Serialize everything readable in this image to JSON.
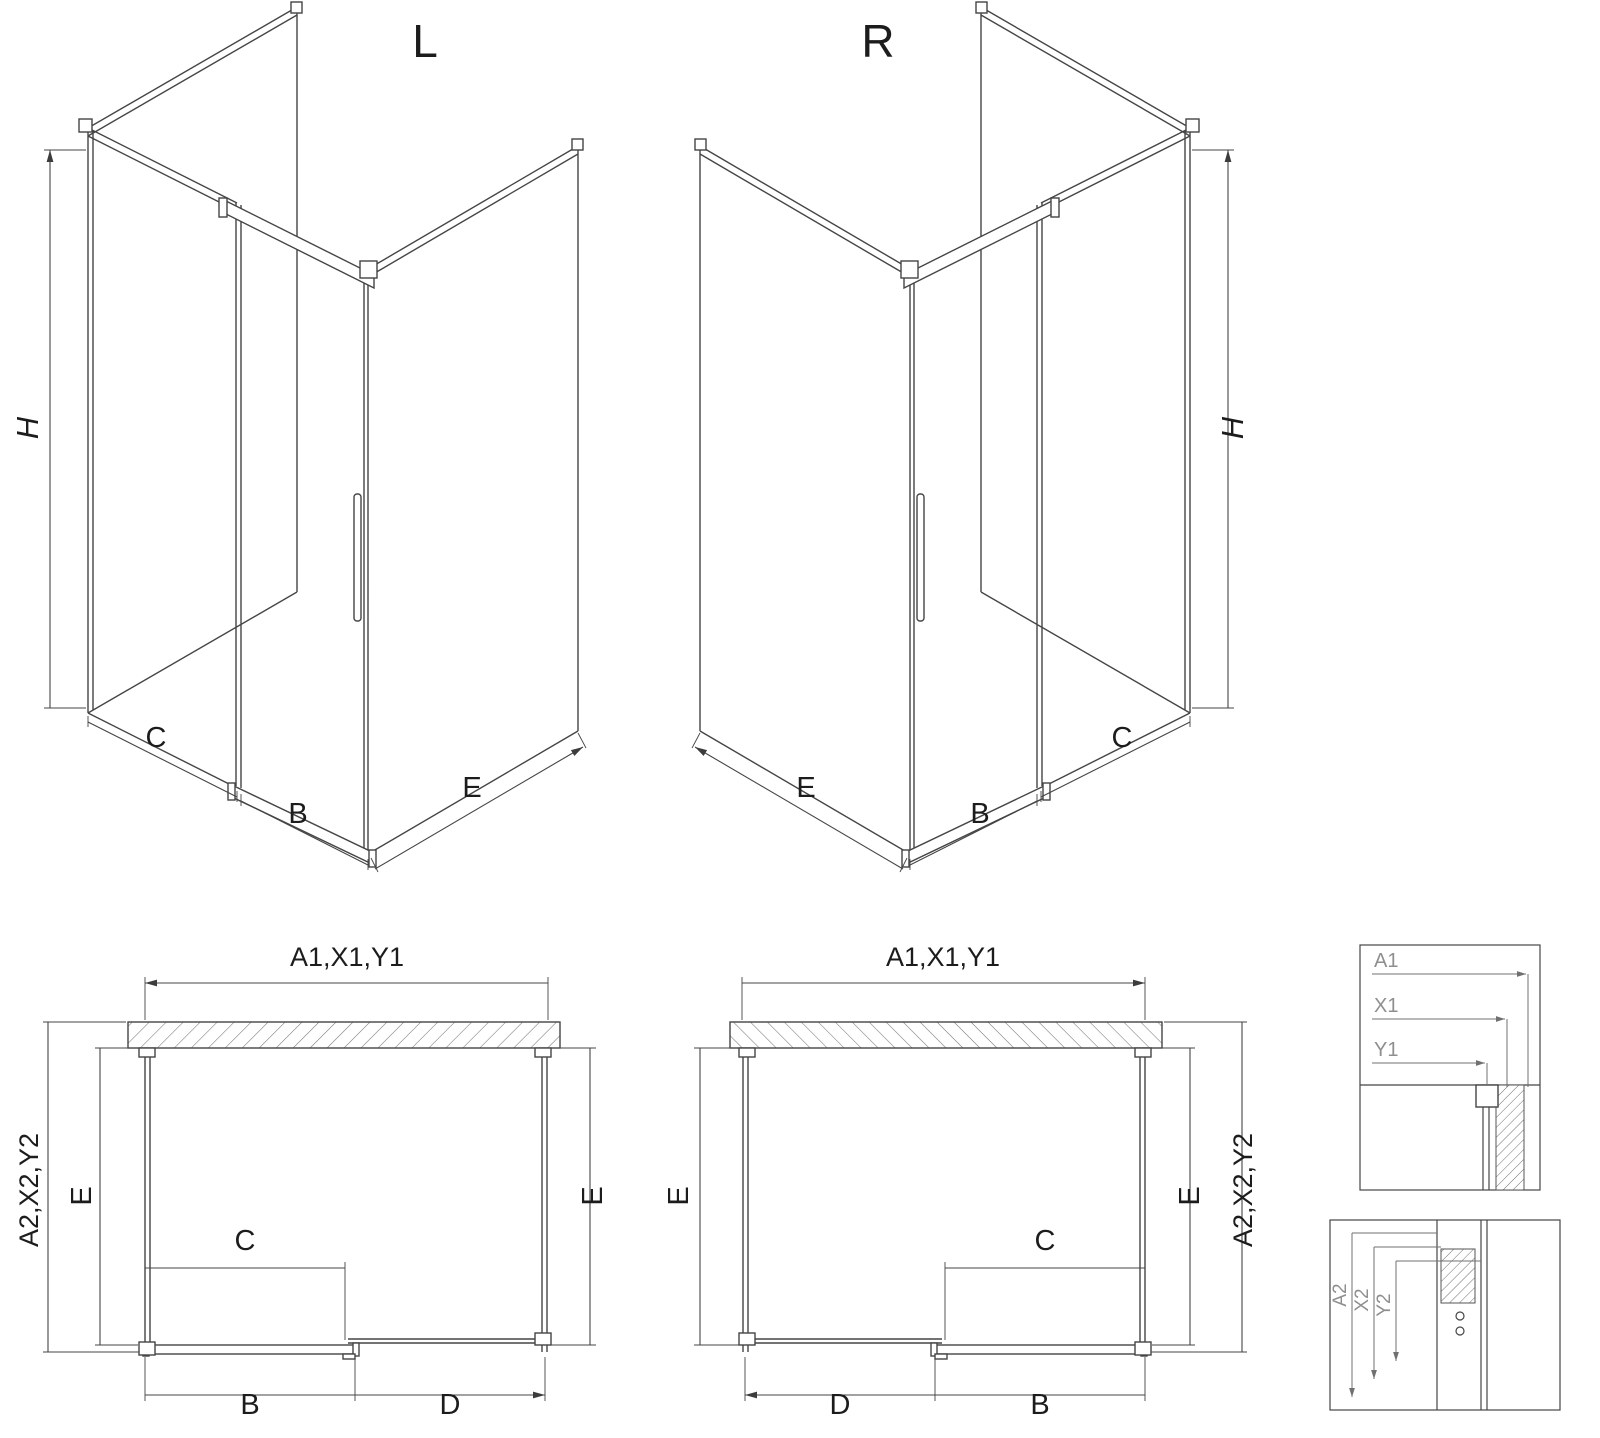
{
  "colors": {
    "background": "#ffffff",
    "line": "#454545",
    "dim_line": "#454545",
    "label_text": "#1c1c1c",
    "detail_text": "#8f8f8f",
    "detail_line": "#707070"
  },
  "iso_left": {
    "title": "L",
    "dims": {
      "height": "H",
      "fixed": "C",
      "door": "B",
      "side": "E"
    }
  },
  "iso_right": {
    "title": "R",
    "dims": {
      "height": "H",
      "fixed": "C",
      "door": "B",
      "side": "E"
    }
  },
  "plan_left": {
    "dims": {
      "top": "A1,X1,Y1",
      "left_outer": "A2,X2,Y2",
      "left_depth": "E",
      "right_depth": "E",
      "opening": "C",
      "door": "B",
      "fixed": "D"
    }
  },
  "plan_right": {
    "dims": {
      "top": "A1,X1,Y1",
      "right_outer": "A2,X2,Y2",
      "left_depth": "E",
      "right_depth": "E",
      "opening": "C",
      "door": "B",
      "fixed": "D"
    }
  },
  "detail_wall": {
    "labels": {
      "a1": "A1",
      "x1": "X1",
      "y1": "Y1"
    }
  },
  "detail_floor": {
    "labels": {
      "a2": "A2",
      "x2": "X2",
      "y2": "Y2"
    }
  }
}
